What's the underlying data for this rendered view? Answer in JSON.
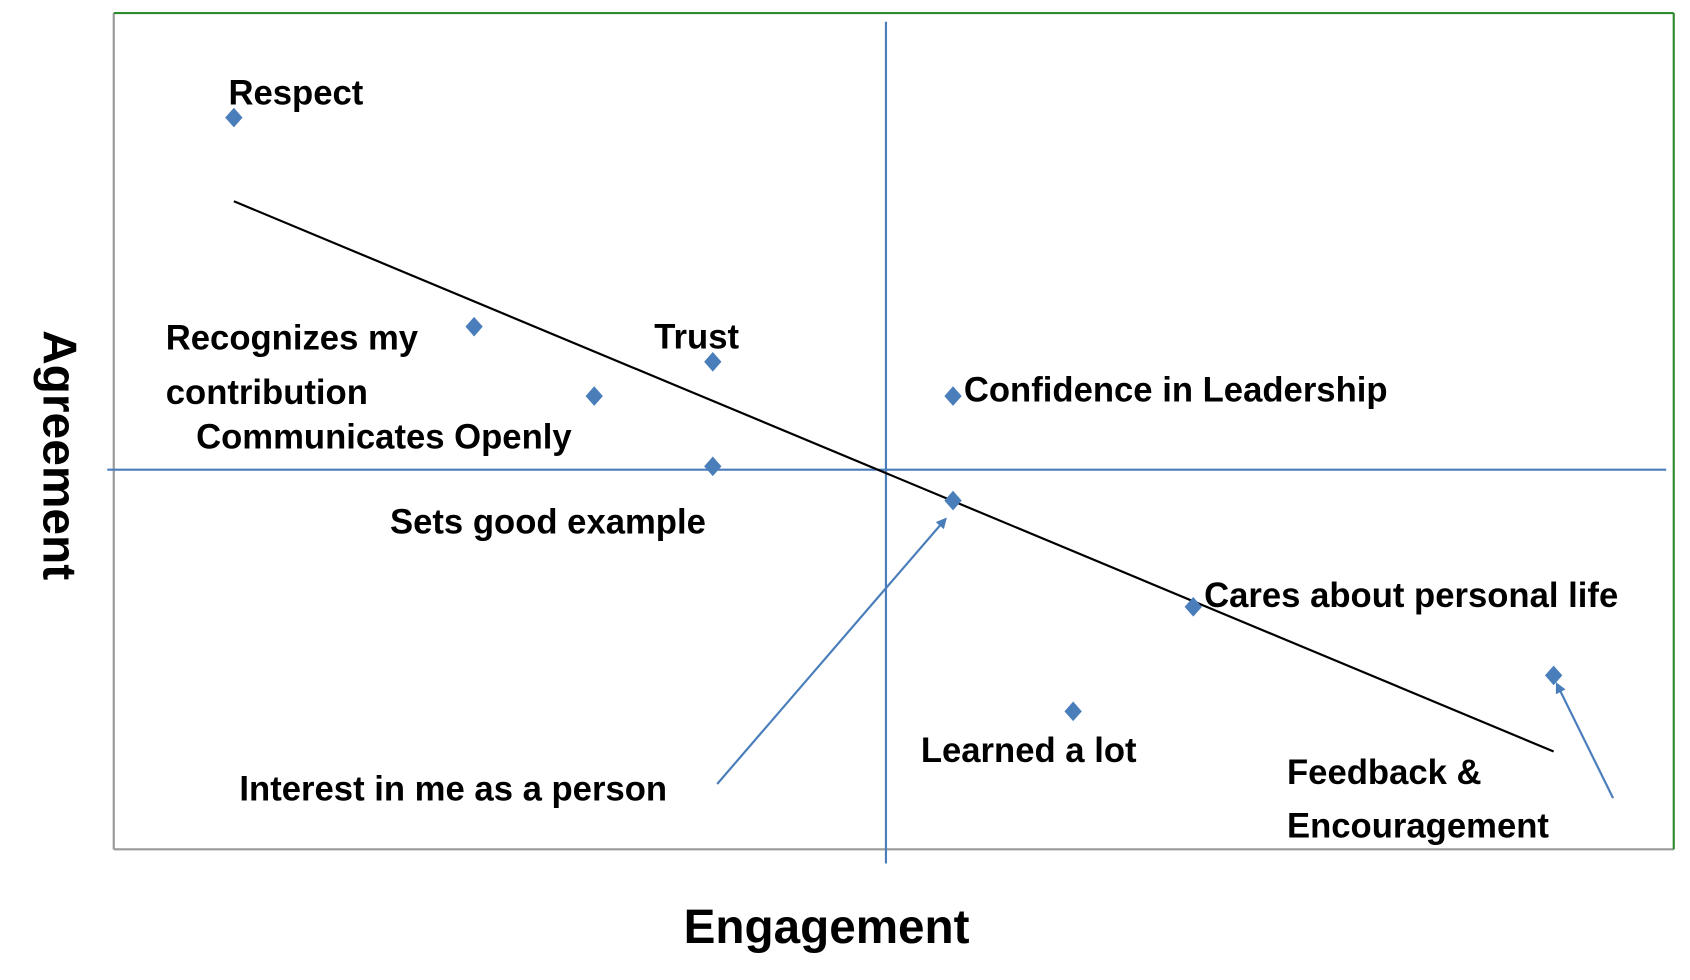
{
  "chart_data": {
    "type": "scatter",
    "title": "",
    "xlabel": "Engagement",
    "ylabel": "Agreement",
    "xlim": [
      0,
      10
    ],
    "ylim": [
      0,
      10
    ],
    "grid": false,
    "quadrant_lines": {
      "x": 4.95,
      "y": 4.54
    },
    "marker_color": "#4a7ebb",
    "quadrant_line_color": "#4a7ebb",
    "trendline_color": "#000000",
    "frame_color": "#2e8b2e",
    "points": [
      {
        "label": "Respect",
        "x": 0.77,
        "y": 8.75
      },
      {
        "label": "Recognizes my contribution",
        "label_lines": [
          "Recognizes my",
          "contribution"
        ],
        "x": 2.31,
        "y": 6.25
      },
      {
        "label": "Trust",
        "x": 3.84,
        "y": 5.83
      },
      {
        "label": "Communicates Openly",
        "x": 3.08,
        "y": 5.42
      },
      {
        "label": "Sets good example",
        "x": 3.84,
        "y": 4.58
      },
      {
        "label": "Confidence in Leadership",
        "x": 5.38,
        "y": 5.42
      },
      {
        "label": "Interest in me as a person",
        "x": 5.38,
        "y": 4.17
      },
      {
        "label": "Cares about personal life",
        "x": 6.92,
        "y": 2.9
      },
      {
        "label": "Learned a lot",
        "x": 6.15,
        "y": 1.65
      },
      {
        "label": "Feedback & Encouragement",
        "label_lines": [
          "Feedback &",
          "Encouragement"
        ],
        "x": 9.23,
        "y": 2.08
      }
    ],
    "trendline": {
      "x": [
        0.77,
        9.23
      ],
      "y": [
        7.75,
        1.17
      ]
    }
  }
}
